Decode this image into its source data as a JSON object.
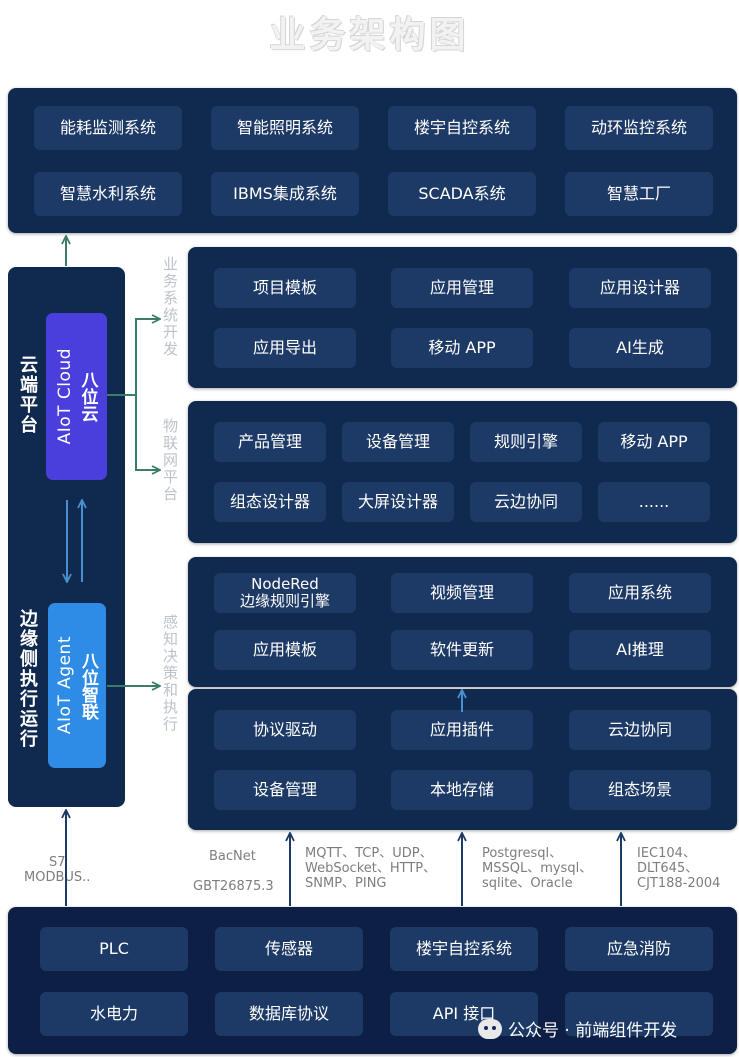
{
  "title": "业务架构图",
  "top_systems": [
    "能耗监测系统",
    "智能照明系统",
    "楼宇自控系统",
    "动环监控系统",
    "智慧水利系统",
    "IBMS集成系统",
    "SCADA系统",
    "智慧工厂"
  ],
  "cloud_side": {
    "title": "云端平台",
    "en": "AIoT Cloud",
    "cn": "八位云"
  },
  "edge_side": {
    "title": "边缘侧执行运行",
    "en": "AIoT Agent",
    "cn": "八位智联"
  },
  "biz_dev": {
    "label": "业务系统开发",
    "items": [
      "项目模板",
      "应用管理",
      "应用设计器",
      "应用导出",
      "移动 APP",
      "AI生成"
    ]
  },
  "iot_platform": {
    "label": "物联网平台",
    "items": [
      "产品管理",
      "设备管理",
      "规则引擎",
      "移动 APP",
      "组态设计器",
      "大屏设计器",
      "云边协同",
      "......"
    ]
  },
  "edge_exec": {
    "label": "感知决策和执行",
    "upper": [
      "NodeRed\n边缘规则引擎",
      "视频管理",
      "应用系统",
      "应用模板",
      "软件更新",
      "AI推理"
    ],
    "lower": [
      "协议驱动",
      "应用插件",
      "云边协同",
      "设备管理",
      "本地存储",
      "组态场景"
    ]
  },
  "protocols": {
    "p1": "S7\nMODBUS..",
    "p2a": "BacNet",
    "p2b": "GBT26875.3",
    "p3": "MQTT、TCP、UDP、\nWebSocket、HTTP、\nSNMP、PING",
    "p4": "Postgresql、\nMSSQL、mysql、\nsqlite、Oracle",
    "p5": "IEC104、\nDLT645、\nCJT188-2004"
  },
  "bottom_items": [
    "PLC",
    "传感器",
    "楼宇自控系统",
    "应急消防",
    "水电力",
    "数据库协议",
    "API 接口",
    ""
  ],
  "watermark": "公众号 · 前端组件开发",
  "colors": {
    "panel": "#10294e",
    "button": "#1d3a66",
    "arrow": "#3a7d6a",
    "cloud_box": "#4a3fdc",
    "agent_box": "#2e8be6"
  }
}
